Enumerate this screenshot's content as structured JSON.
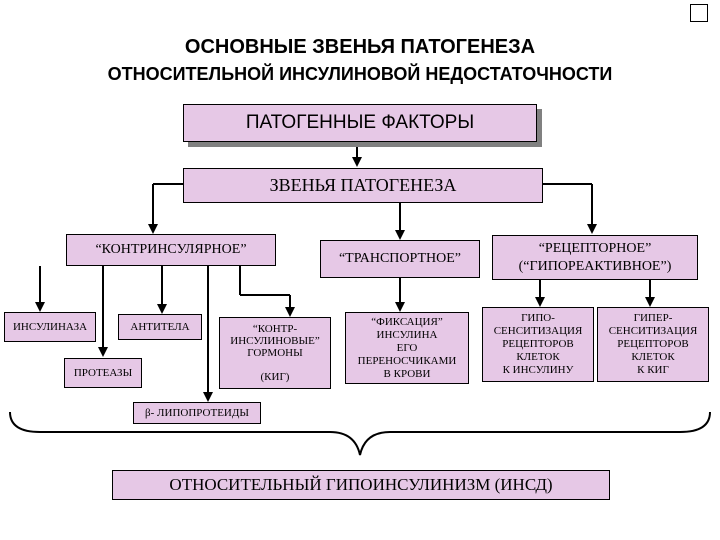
{
  "title": {
    "line1": "ОСНОВНЫЕ ЗВЕНЬЯ ПАТОГЕНЕЗА",
    "line2": "ОТНОСИТЕЛЬНОЙ   ИНСУЛИНОВОЙ НЕДОСТАТОЧНОСТИ"
  },
  "boxes": {
    "factors": "ПАТОГЕННЫЕ  ФАКТОРЫ",
    "links": "ЗВЕНЬЯ  ПАТОГЕНЕЗА",
    "contrainsular": "“КОНТРИНСУЛЯРНОЕ”",
    "transport": "“ТРАНСПОРТНОЕ”",
    "receptor": "“РЕЦЕПТОРНОЕ”\n(“ГИПОРЕАКТИВНОЕ”)",
    "insulinase": "ИНСУЛИНАЗА",
    "antibodies": "АНТИТЕЛА",
    "proteases": "ПРОТЕАЗЫ",
    "contra_hormones": "“КОНТР-\nИНСУЛИНОВЫЕ”\nГОРМОНЫ\n\n(КИГ)",
    "fixation": "“ФИКСАЦИЯ”\nИНСУЛИНА\nЕГО\nПЕРЕНОСЧИКАМИ\nВ КРОВИ",
    "hypo": "ГИПО-\nСЕНСИТИЗАЦИЯ\nРЕЦЕПТОРОВ\nКЛЕТОК\nК ИНСУЛИНУ",
    "hyper": "ГИПЕР-\nСЕНСИТИЗАЦИЯ\nРЕЦЕПТОРОВ\nКЛЕТОК\nК КИГ",
    "beta_lipo": "β- ЛИПОПРОТЕИДЫ"
  },
  "conclusion": "ОТНОСИТЕЛЬНЫЙ  ГИПОИНСУЛИНИЗМ  (ИНСД)",
  "colors": {
    "box_fill": "#e6c8e6",
    "shadow": "#808080"
  }
}
